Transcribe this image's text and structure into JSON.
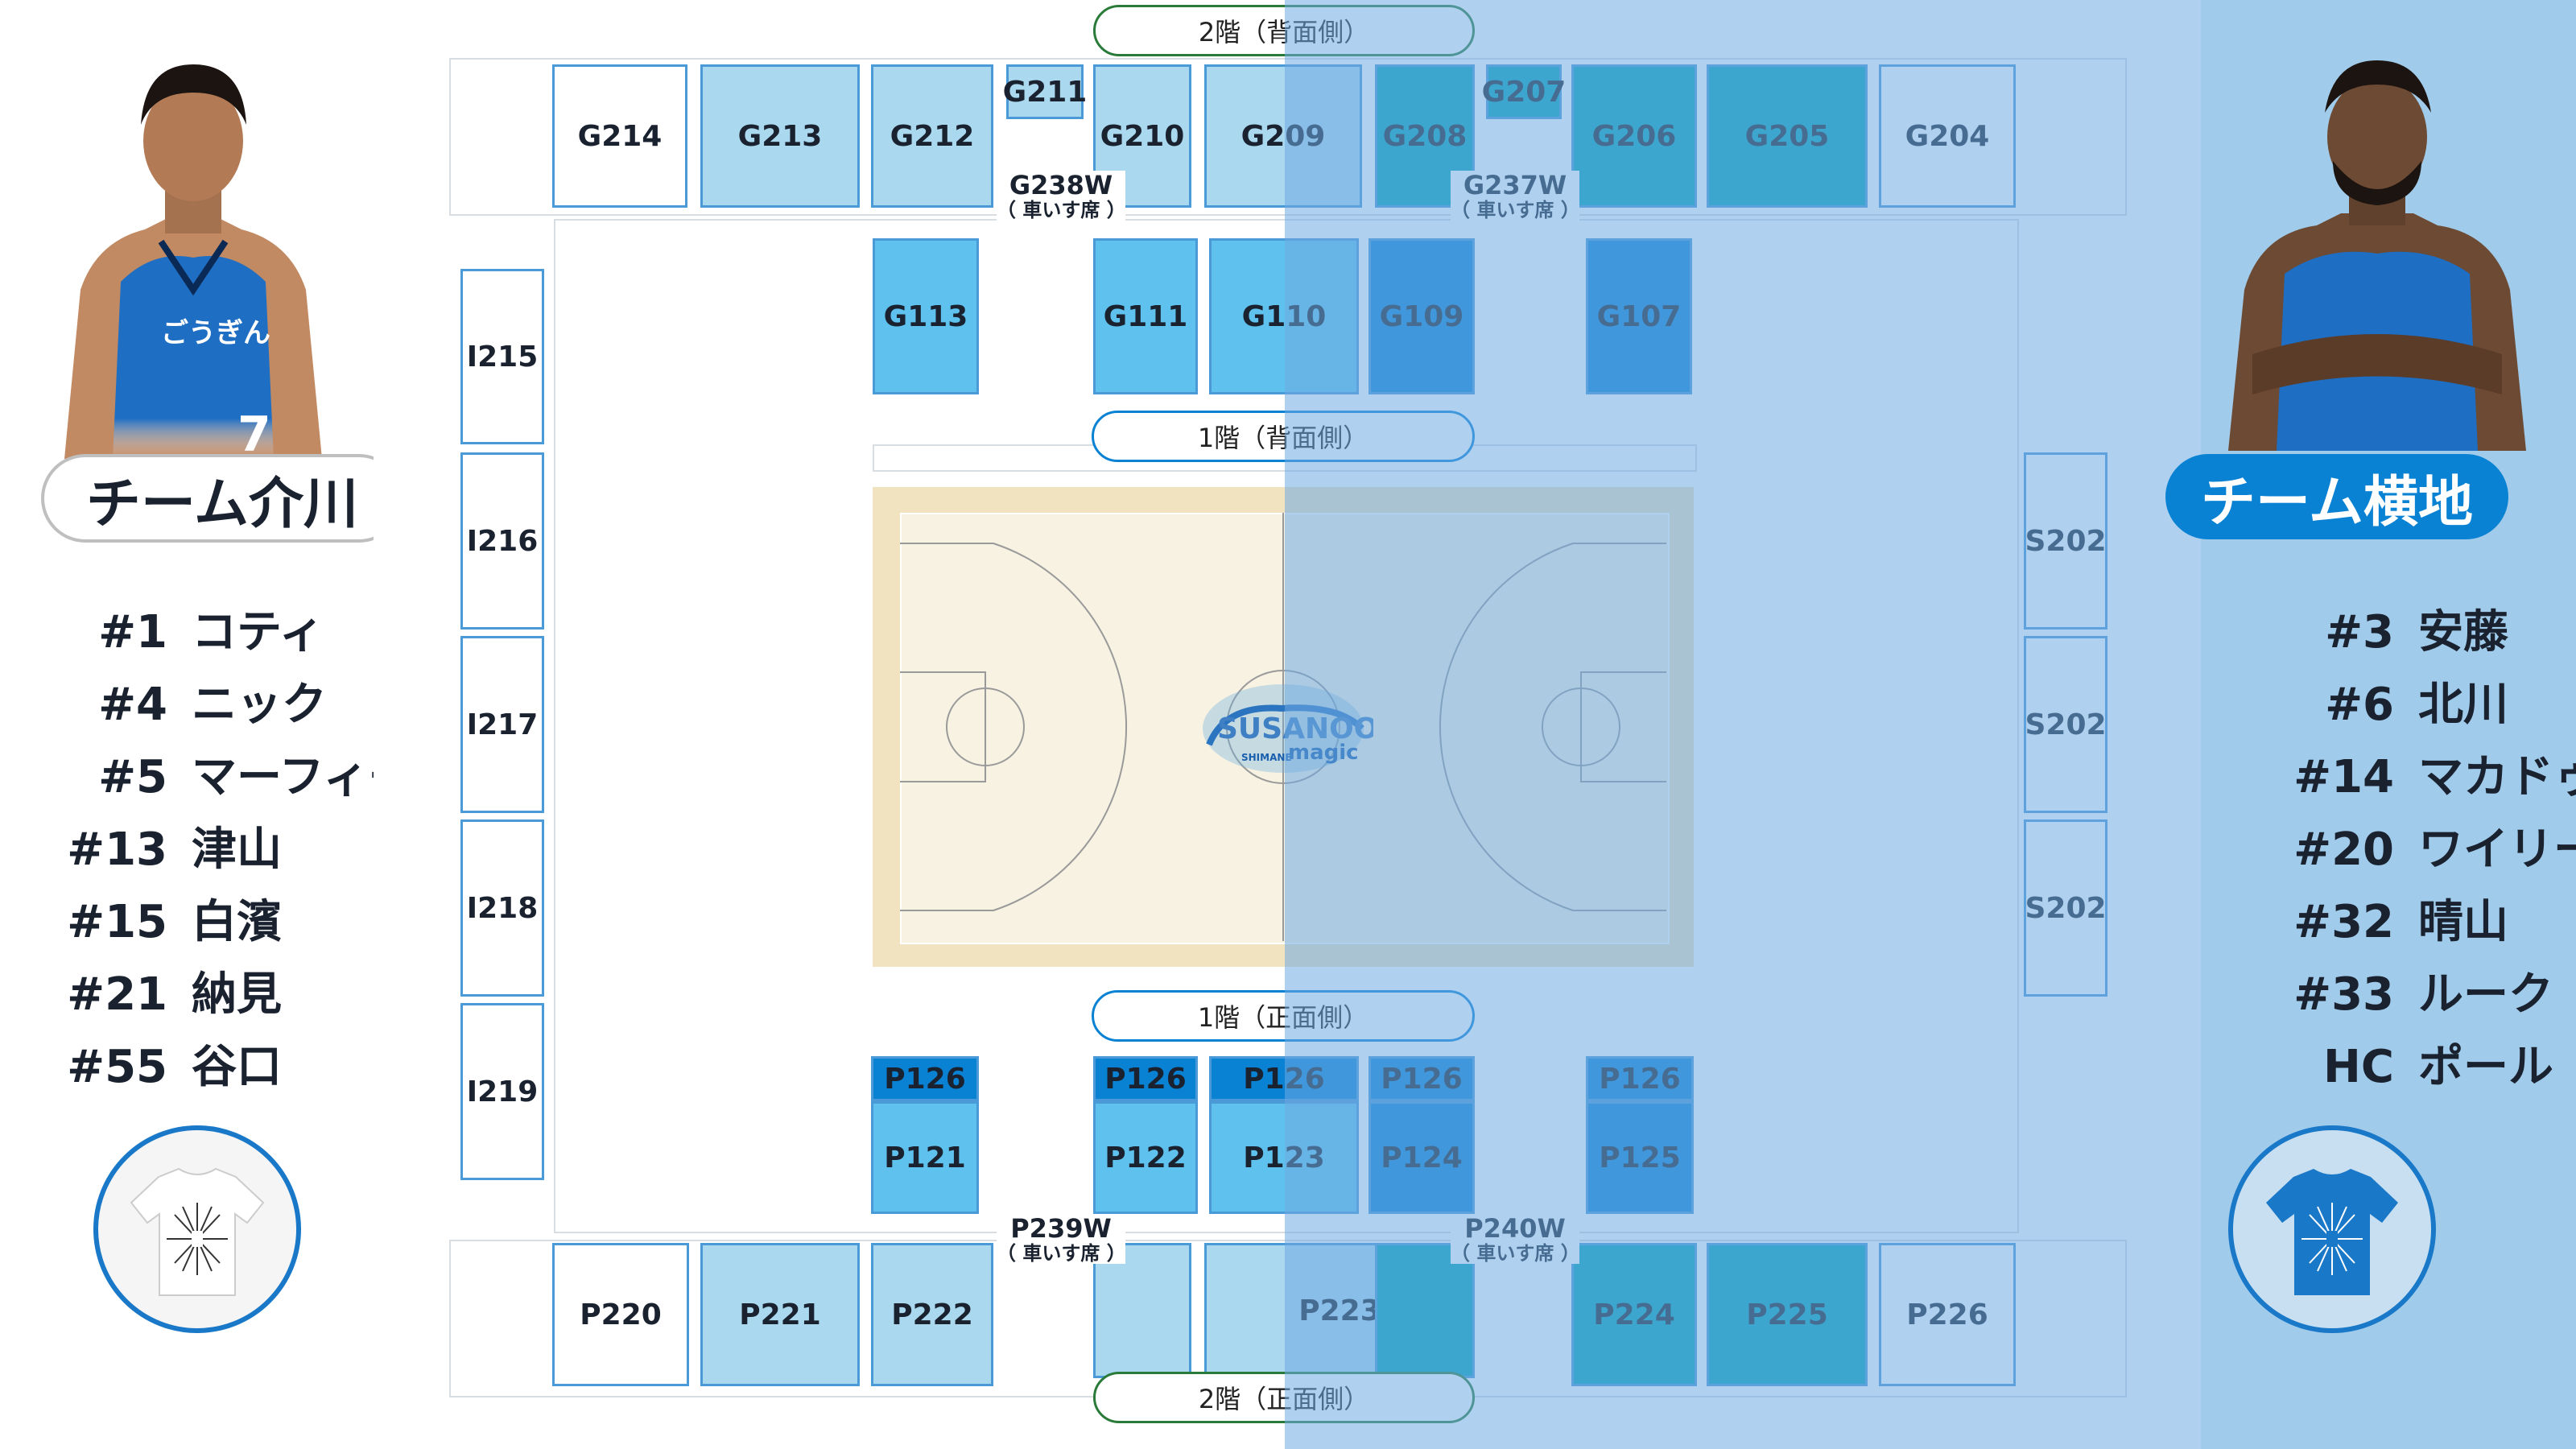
{
  "floors": {
    "upper_back": "2階（背面側）",
    "lower_back": "1階（背面側）",
    "lower_front": "1階（正面側）",
    "upper_front": "2階（正面側）"
  },
  "wheelchair_note": "（ 車いす席 ）",
  "sections": {
    "G214": "G214",
    "G213": "G213",
    "G212": "G212",
    "G211": "G211",
    "G210": "G210",
    "G209": "G209",
    "G208": "G208",
    "G207": "G207",
    "G206": "G206",
    "G205": "G205",
    "G204": "G204",
    "G238W": "G238W",
    "G237W": "G237W",
    "G113": "G113",
    "G111": "G111",
    "G110": "G110",
    "G109": "G109",
    "G107": "G107",
    "I215": "I215",
    "I216": "I216",
    "I217": "I217",
    "I218": "I218",
    "I219": "I219",
    "S202": "S202",
    "P126": "P126",
    "P121": "P121",
    "P122": "P122",
    "P123": "P123",
    "P124": "P124",
    "P125": "P125",
    "P239W": "P239W",
    "P240W": "P240W",
    "P220": "P220",
    "P221": "P221",
    "P222": "P222",
    "P223": "P223",
    "P224": "P224",
    "P225": "P225",
    "P226": "P226"
  },
  "logo": {
    "text1": "SUSANOO",
    "text2": "magic",
    "text3": "SHIMANE"
  },
  "team_left": {
    "name": "チーム介川",
    "roster": [
      {
        "num": "#1",
        "name": "コティ"
      },
      {
        "num": "#4",
        "name": "ニック"
      },
      {
        "num": "#5",
        "name": "マーフィー"
      },
      {
        "num": "#13",
        "name": "津山"
      },
      {
        "num": "#15",
        "name": "白濱"
      },
      {
        "num": "#21",
        "name": "納見"
      },
      {
        "num": "#55",
        "name": "谷口"
      }
    ],
    "shirt_color": "#ffffff"
  },
  "team_right": {
    "name": "チーム横地",
    "roster": [
      {
        "num": "#3",
        "name": "安藤"
      },
      {
        "num": "#6",
        "name": "北川"
      },
      {
        "num": "#14",
        "name": "マカドゥ"
      },
      {
        "num": "#20",
        "name": "ワイリー"
      },
      {
        "num": "#32",
        "name": "晴山"
      },
      {
        "num": "#33",
        "name": "ルーク"
      },
      {
        "num": "HC",
        "name": "ポール"
      }
    ],
    "shirt_color": "#1a78c8"
  },
  "jersey": {
    "number_left": "7",
    "sponsor": "ごうぎん"
  },
  "colors": {
    "white_seat": "#ffffff",
    "light_seat": "#a9d8ef",
    "mid_seat": "#5fc1ed",
    "dark_seat": "#0a82d4",
    "teal_seat": "#00a3b5",
    "right_panel": "#a0cbea"
  }
}
